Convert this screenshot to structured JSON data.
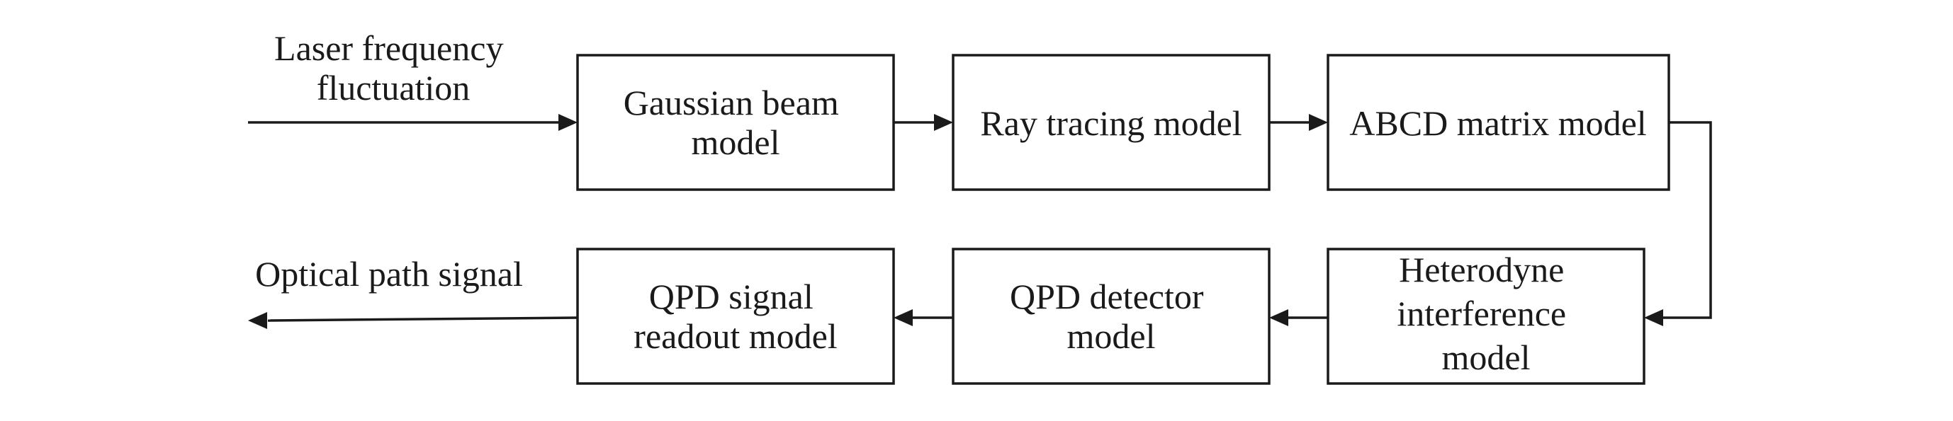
{
  "diagram": {
    "input_label": [
      "Laser frequency",
      "fluctuation"
    ],
    "output_label": "Optical path signal",
    "nodes": {
      "gaussian": [
        "Gaussian beam",
        "model"
      ],
      "ray": [
        "Ray tracing model"
      ],
      "abcd": [
        "ABCD matrix model"
      ],
      "heterodyne": [
        "Heterodyne",
        "interference",
        "model"
      ],
      "qpd_detector": [
        "QPD detector",
        "model"
      ],
      "qpd_readout": [
        "QPD signal",
        "readout model"
      ]
    },
    "flow": [
      "input -> gaussian",
      "gaussian -> ray",
      "ray -> abcd",
      "abcd -> heterodyne",
      "heterodyne -> qpd_detector",
      "qpd_detector -> qpd_readout",
      "qpd_readout -> output"
    ]
  }
}
